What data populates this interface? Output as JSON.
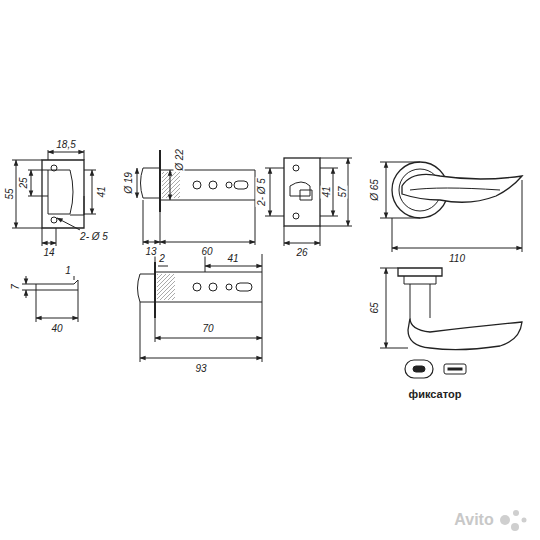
{
  "diagram": {
    "labels": [
      "18,5",
      "55",
      "25",
      "41",
      "14",
      "2- Ø 5",
      "Ø 19",
      "Ø 22",
      "13",
      "60",
      "2- Ø 5",
      "41",
      "57",
      "26",
      "Ø 65",
      "110",
      "65",
      "7",
      "1",
      "40",
      "2",
      "41",
      "70",
      "93",
      "фиксатор",
      "Avito"
    ]
  }
}
